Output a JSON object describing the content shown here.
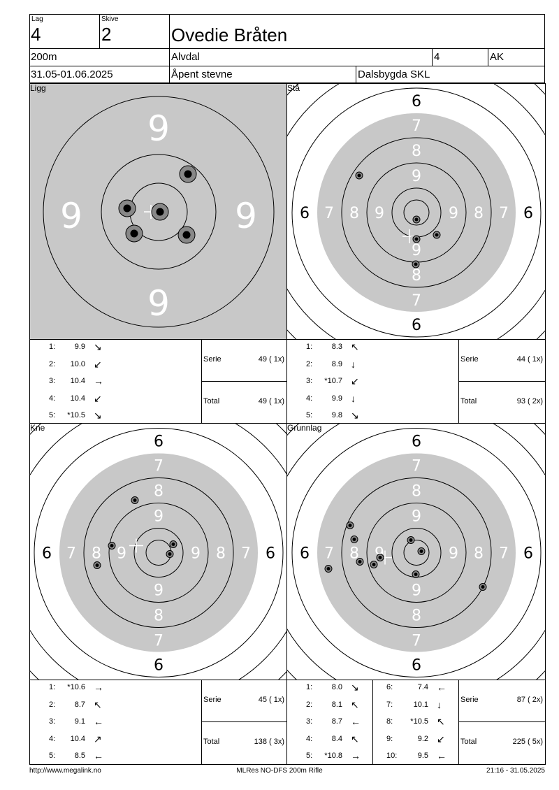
{
  "header": {
    "lag_label": "Lag",
    "lag_value": "4",
    "skive_label": "Skive",
    "skive_value": "2",
    "name": "Ovedie Bråten",
    "distance": "200m",
    "place": "Alvdal",
    "class_no": "4",
    "class": "AK",
    "dates": "31.05-01.06.2025",
    "event": "Åpent stevne",
    "club": "Dalsbygda SKL"
  },
  "panels": [
    {
      "title": "Ligg",
      "style": "zoomed",
      "ring_numbers": [
        "9",
        "9",
        "9",
        "9"
      ],
      "shots": [
        {
          "n": "1:",
          "score": "9.9",
          "arrow": "↘"
        },
        {
          "n": "2:",
          "score": "10.0",
          "arrow": "↙"
        },
        {
          "n": "3:",
          "score": "10.4",
          "arrow": "→"
        },
        {
          "n": "4:",
          "score": "10.4",
          "arrow": "↙"
        },
        {
          "n": "5:",
          "score": "*10.5",
          "arrow": "↘"
        }
      ],
      "serie_label": "Serie",
      "serie_value": "49 ( 1x)",
      "total_label": "Total",
      "total_value": "49 ( 1x)"
    },
    {
      "title": "Stå",
      "style": "full",
      "ring_numbers": [
        "6",
        "7",
        "8",
        "9"
      ],
      "shots": [
        {
          "n": "1:",
          "score": "8.3",
          "arrow": "↖"
        },
        {
          "n": "2:",
          "score": "8.9",
          "arrow": "↓"
        },
        {
          "n": "3:",
          "score": "*10.7",
          "arrow": "↙"
        },
        {
          "n": "4:",
          "score": "9.9",
          "arrow": "↓"
        },
        {
          "n": "5:",
          "score": "9.8",
          "arrow": "↘"
        }
      ],
      "serie_label": "Serie",
      "serie_value": "44 ( 1x)",
      "total_label": "Total",
      "total_value": "93 ( 2x)"
    },
    {
      "title": "Kne",
      "style": "full",
      "ring_numbers": [
        "6",
        "7",
        "8",
        "9"
      ],
      "shots": [
        {
          "n": "1:",
          "score": "*10.6",
          "arrow": "→"
        },
        {
          "n": "2:",
          "score": "8.7",
          "arrow": "↖"
        },
        {
          "n": "3:",
          "score": "9.1",
          "arrow": "←"
        },
        {
          "n": "4:",
          "score": "10.4",
          "arrow": "↗"
        },
        {
          "n": "5:",
          "score": "8.5",
          "arrow": "←"
        }
      ],
      "serie_label": "Serie",
      "serie_value": "45 ( 1x)",
      "total_label": "Total",
      "total_value": "138 ( 3x)"
    },
    {
      "title": "Grunnlag",
      "style": "full",
      "ring_numbers": [
        "6",
        "7",
        "8",
        "9"
      ],
      "shots": [
        {
          "n": "1:",
          "score": "8.0",
          "arrow": "↘"
        },
        {
          "n": "2:",
          "score": "8.1",
          "arrow": "↖"
        },
        {
          "n": "3:",
          "score": "8.7",
          "arrow": "←"
        },
        {
          "n": "4:",
          "score": "8.4",
          "arrow": "↖"
        },
        {
          "n": "5:",
          "score": "*10.8",
          "arrow": "→"
        }
      ],
      "shots2": [
        {
          "n": "6:",
          "score": "7.4",
          "arrow": "←"
        },
        {
          "n": "7:",
          "score": "10.1",
          "arrow": "↓"
        },
        {
          "n": "8:",
          "score": "*10.5",
          "arrow": "↖"
        },
        {
          "n": "9:",
          "score": "9.2",
          "arrow": "↙"
        },
        {
          "n": "10:",
          "score": "9.5",
          "arrow": "←"
        }
      ],
      "serie_label": "Serie",
      "serie_value": "87 ( 2x)",
      "total_label": "Total",
      "total_value": "225 ( 5x)"
    }
  ],
  "footer": {
    "url": "http://www.megalink.no",
    "program": "MLRes NO-DFS 200m Rifle",
    "timestamp": "21:16 - 31.05.2025"
  }
}
